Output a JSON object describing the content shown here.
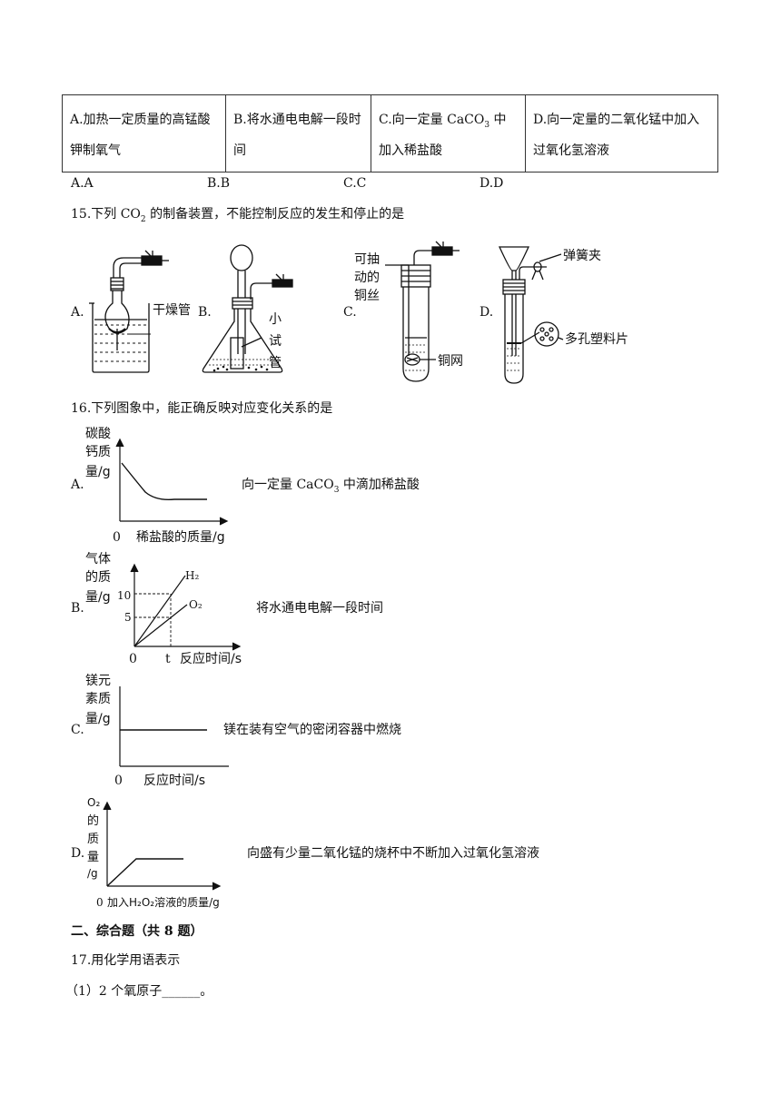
{
  "q14": {
    "table": [
      {
        "pre": "A.加热一定质量的高锰酸钾制氧气"
      },
      {
        "pre": "B.将水通电电解一段时间"
      },
      {
        "pre": "C.向一定量 CaCO",
        "sub": "3",
        "post": " 中加入稀盐酸"
      },
      {
        "pre": "D.向一定量的二氧化锰中加入过氧化氢溶液"
      }
    ],
    "choices": [
      "A.A",
      "B.B",
      "C.C",
      "D.D"
    ]
  },
  "q15": {
    "stem_pre": "15.下列 CO",
    "stem_sub": "2",
    "stem_post": " 的制备装置，不能控制反应的发生和停止的是",
    "labels": [
      "A.",
      "B.",
      "C.",
      "D."
    ],
    "fig": {
      "a_drying": "干燥管",
      "b_small": "小",
      "b_test": "试",
      "b_tube": "管",
      "c_line1": "可抽",
      "c_line2": "动的",
      "c_line3": "铜丝",
      "c_net": "铜网",
      "d_clip": "弹簧夹",
      "d_plate": "多孔塑料片"
    }
  },
  "q16": {
    "stem": "16.下列图象中，能正确反映对应变化关系的是",
    "a": {
      "label": "A.",
      "y1": "碳酸",
      "y2": "钙质",
      "y3": "量/g",
      "origin": "0",
      "x": "稀盐酸的质量/g",
      "desc_pre": "向一定量 CaCO",
      "desc_sub": "3",
      "desc_post": " 中滴加稀盐酸"
    },
    "b": {
      "label": "B.",
      "y1": "气体",
      "y2": "的质",
      "y3": "量/g",
      "tick10": "10",
      "tick5": "5",
      "origin": "0",
      "tickt": "t",
      "x": "反应时间/s",
      "h2": "H₂",
      "o2": "O₂",
      "desc": "将水通电电解一段时间"
    },
    "c": {
      "label": "C.",
      "y1": "镁元",
      "y2": "素质",
      "y3": "量/g",
      "origin": "0",
      "x": "反应时间/s",
      "desc": "镁在装有空气的密闭容器中燃烧"
    },
    "d": {
      "label": "D.",
      "y1": "O₂",
      "y2": "的",
      "y3": "质",
      "y4": "量",
      "y5": "/g",
      "origin": "0",
      "x": "加入H₂O₂溶液的质量/g",
      "desc": "向盛有少量二氧化锰的烧杯中不断加入过氧化氢溶液"
    }
  },
  "section2": "二、综合题（共 8 题）",
  "q17": {
    "stem": "17.用化学用语表示",
    "p1": "（1）2 个氧原子______。"
  }
}
